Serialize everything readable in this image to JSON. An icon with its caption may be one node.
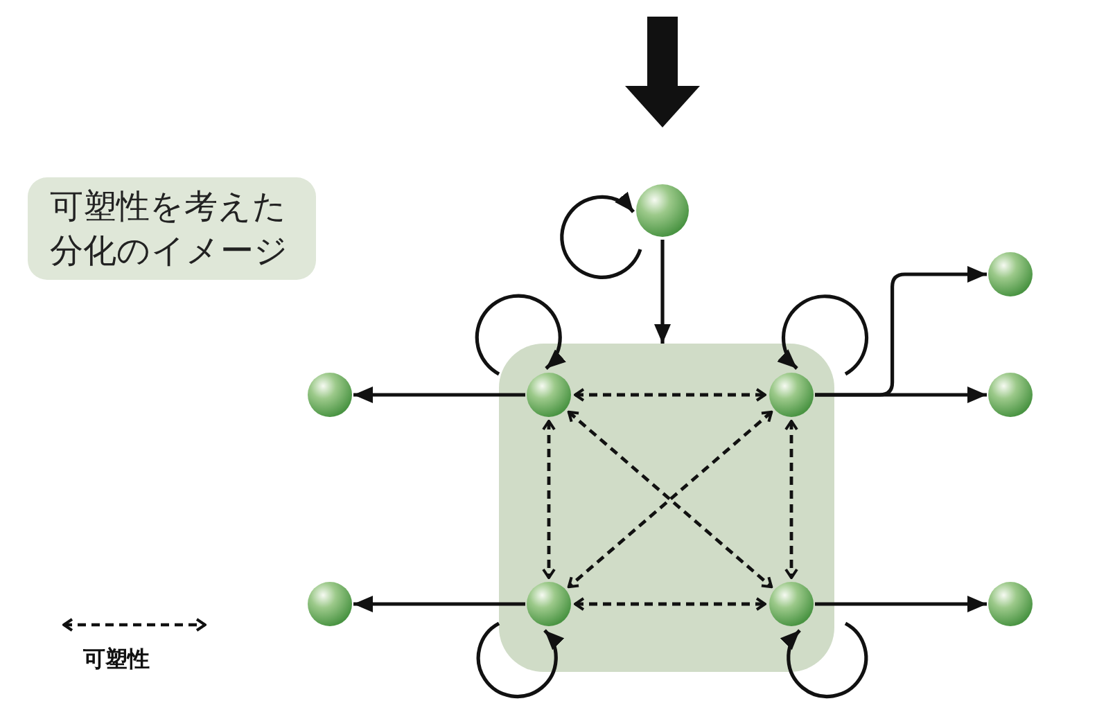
{
  "diagram": {
    "nodes": [
      {
        "text": [
          "可塑性を考えた分化のイメージ"
        ]
      },
      {
        "text": [],
        "shape": "circle"
      },
      {
        "text": [],
        "shape": "circle"
      },
      {
        "text": [],
        "shape": "box"
      },
      {
        "text": [],
        "shape": "circle"
      },
      {
        "text": [],
        "shape": "circle",
        "in": 3
      },
      {
        "text": [],
        "shape": "circle",
        "in": 3
      },
      {
        "text": [],
        "shape": "circle"
      },
      {
        "text": [],
        "shape": "circle"
      },
      {
        "text": [],
        "shape": "circle",
        "in": 3
      },
      {
        "text": [],
        "shape": "circle",
        "in": 3
      },
      {
        "text": [],
        "shape": "circle"
      }
    ],
    "edges": [
      {
        "from": null,
        "to": 1,
        "arrow": "to",
        "style": "thick"
      },
      {
        "from": 1,
        "to": 1,
        "arrow": "to"
      },
      {
        "from": 1,
        "to": 3,
        "arrow": "to"
      },
      {
        "from": 5,
        "to": 5,
        "arrow": "to"
      },
      {
        "from": 6,
        "to": 6,
        "arrow": "to"
      },
      {
        "from": 9,
        "to": 9,
        "arrow": "to"
      },
      {
        "from": 10,
        "to": 10,
        "arrow": "to"
      },
      {
        "from": 5,
        "to": 4,
        "arrow": "to"
      },
      {
        "from": 6,
        "to": 7,
        "arrow": "to"
      },
      {
        "from": 6,
        "to": 2,
        "arrow": "to"
      },
      {
        "from": 9,
        "to": 8,
        "arrow": "to"
      },
      {
        "from": 10,
        "to": 11,
        "arrow": "to"
      },
      {
        "from": 5,
        "to": 6,
        "arrow": "both",
        "style": "dashed"
      },
      {
        "from": 5,
        "to": 9,
        "arrow": "both",
        "style": "dashed"
      },
      {
        "from": 6,
        "to": 10,
        "arrow": "both",
        "style": "dashed"
      },
      {
        "from": 9,
        "to": 10,
        "arrow": "both",
        "style": "dashed"
      },
      {
        "from": 5,
        "to": 10,
        "arrow": "both",
        "style": "dashed"
      },
      {
        "from": 6,
        "to": 9,
        "arrow": "both",
        "style": "dashed"
      }
    ],
    "legend": [
      {
        "text": "可塑性"
      }
    ]
  }
}
